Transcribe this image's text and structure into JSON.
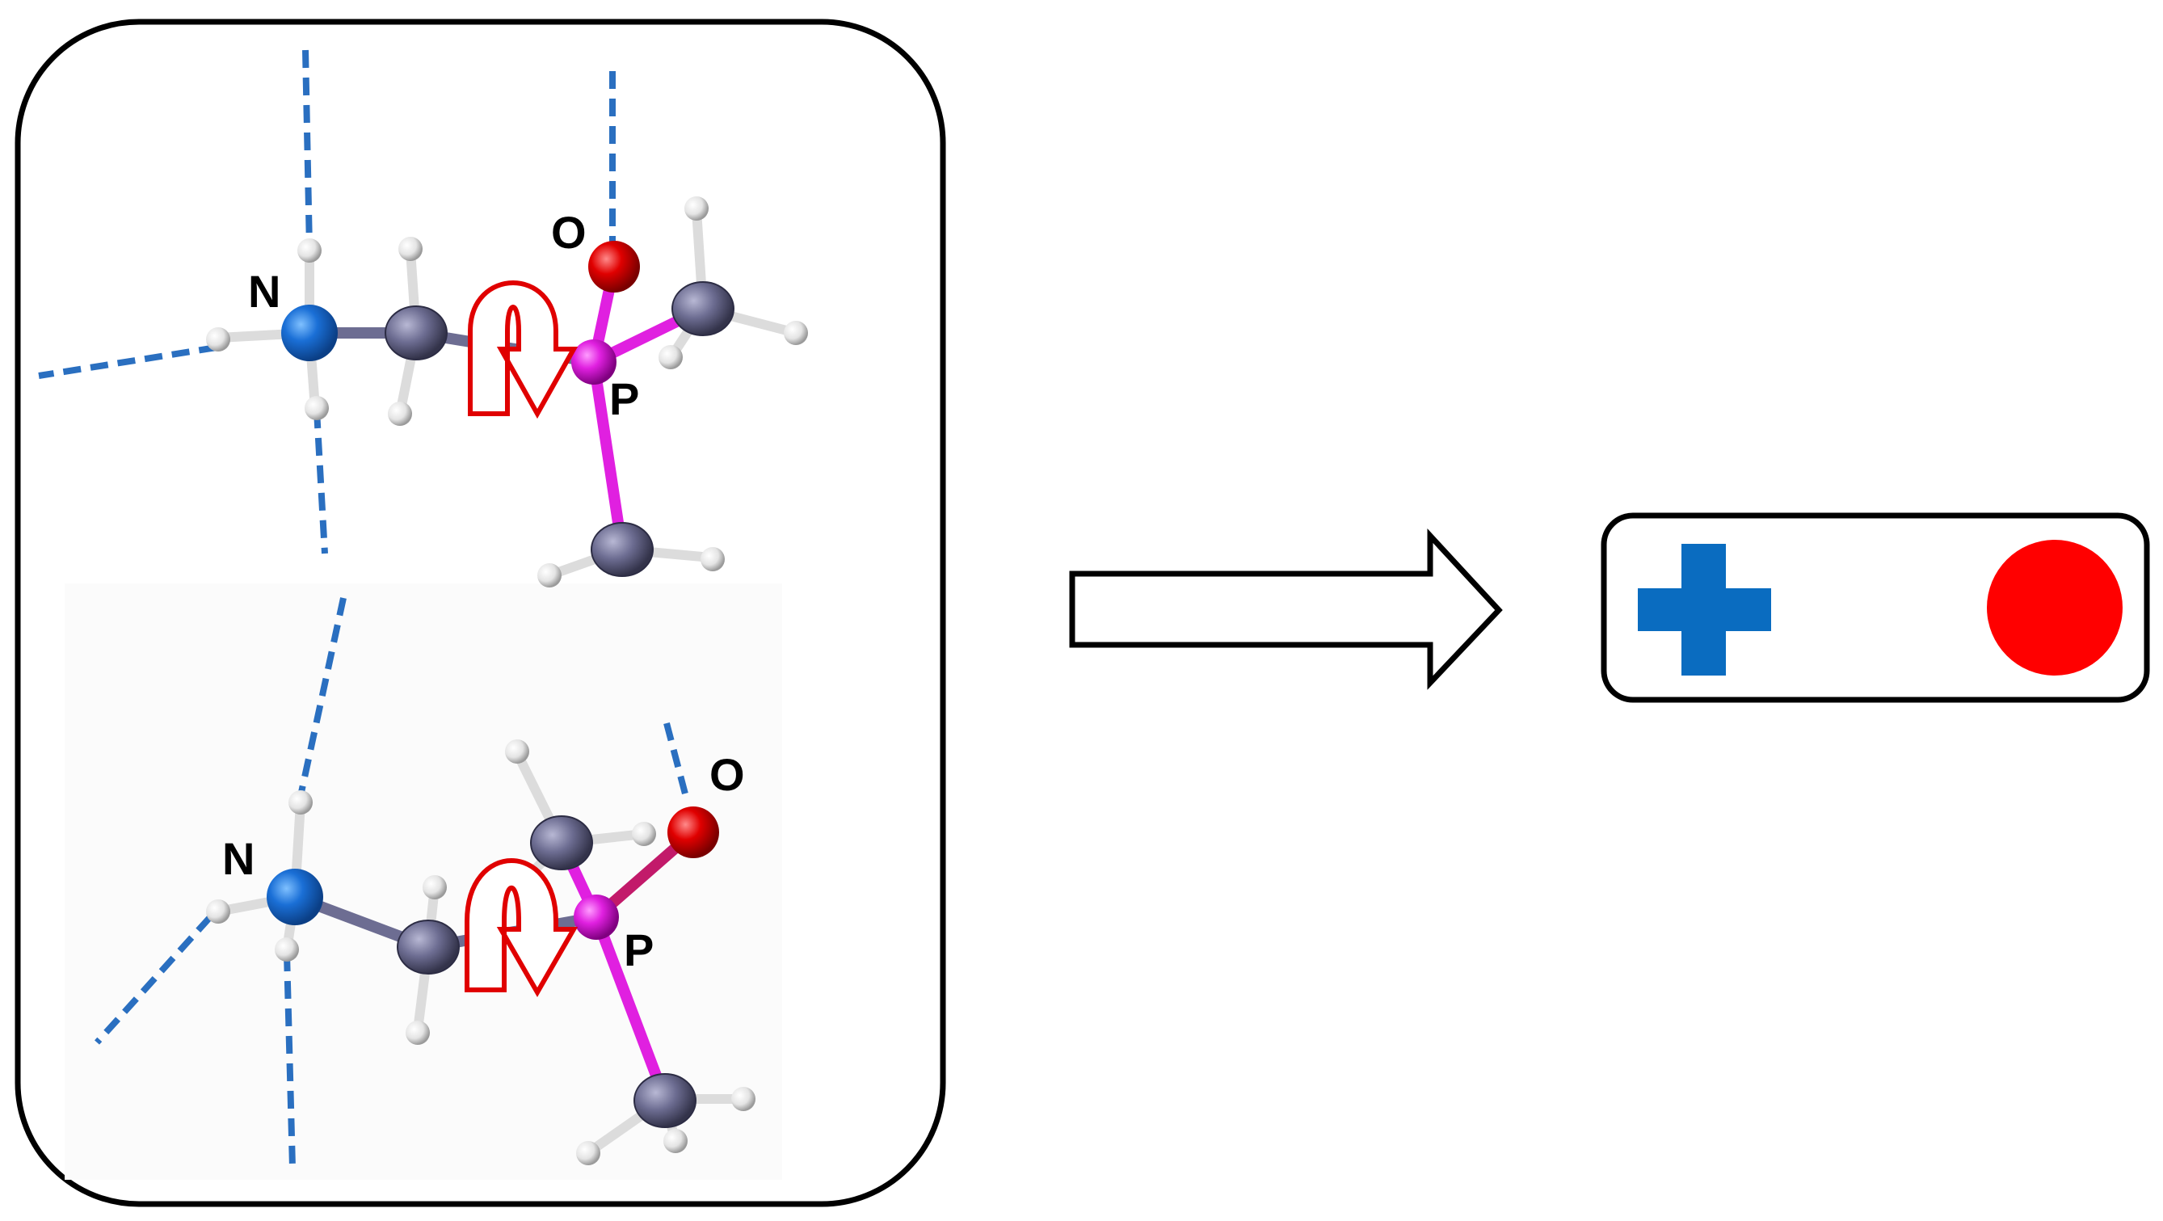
{
  "colors": {
    "nitrogen": "#1a6fd6",
    "oxygen": "#e00000",
    "phosphorus": "#e020e0",
    "carbon": "#6d6d92",
    "hydrogen": "#e8e8e8",
    "hbond": "#2a6fc0",
    "rotation_arrow": "#e00000",
    "positive_symbol": "#0a6cc0",
    "negative_symbol": "#ff0000",
    "frame": "#000000"
  },
  "conformers": [
    {
      "labels": {
        "nitrogen": "N",
        "oxygen": "O",
        "phosphorus": "P"
      }
    },
    {
      "labels": {
        "nitrogen": "N",
        "oxygen": "O",
        "phosphorus": "P"
      }
    }
  ],
  "result_box": {
    "left_symbol": "plus-sign",
    "right_symbol": "filled-circle"
  }
}
